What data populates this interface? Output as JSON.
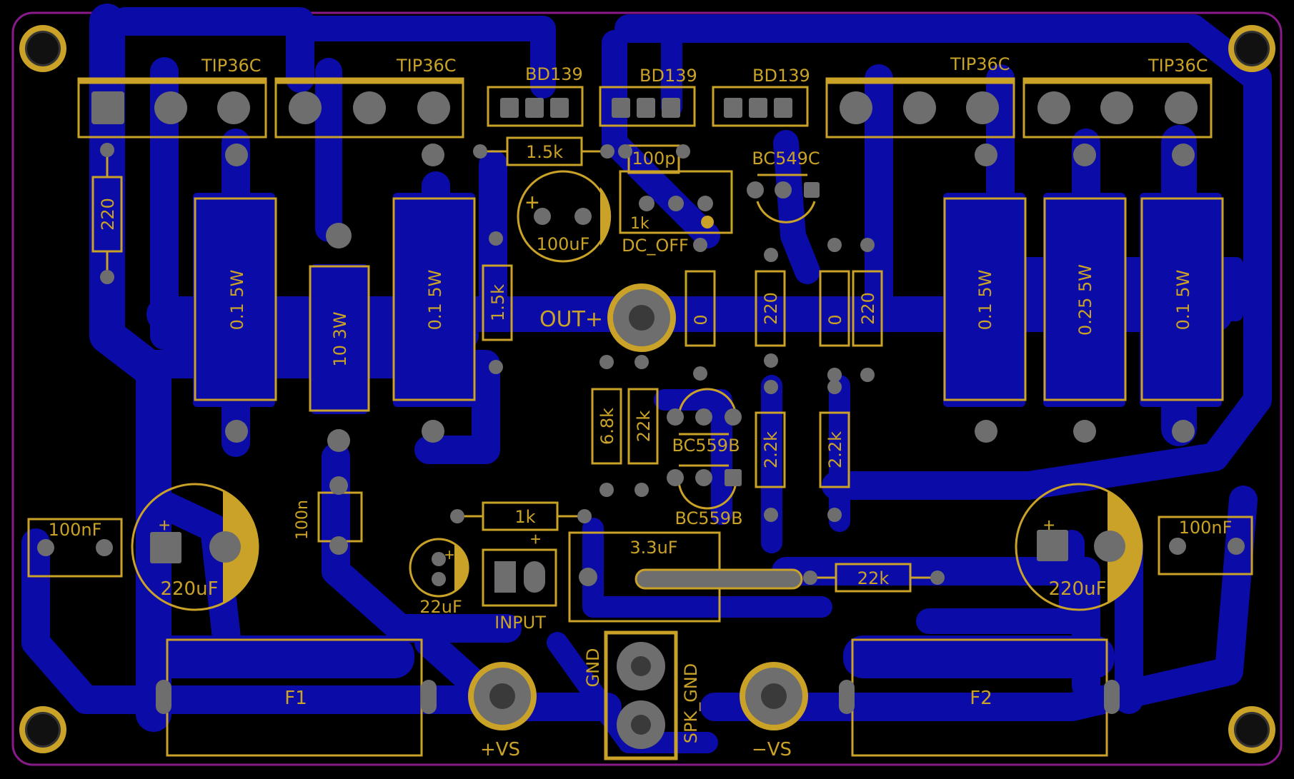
{
  "colors": {
    "background": "#000000",
    "copper": "#0b0ba8",
    "silk": "#c9a227",
    "pad": "#6e6e6e",
    "outline": "#8a1a8a"
  },
  "labels": {
    "tip1": "TIP36C",
    "tip2": "TIP36C",
    "tip3": "TIP36C",
    "tip4": "TIP36C",
    "bd1": "BD139",
    "bd2": "BD139",
    "bd3": "BD139",
    "bc549": "BC549C",
    "bc559a": "BC559B",
    "bc559b": "BC559B",
    "r220_left": "220",
    "r01_a": "0.1 5W",
    "r10_3w": "10  3W",
    "r01_b": "0.1 5W",
    "r15k_top": "1.5k",
    "r15k_v": "1.5k",
    "c100uf": "100uF",
    "c100p": "100p",
    "pot1k": "1k",
    "dc_off": "DC_OFF",
    "out_plus": "OUT+",
    "r0_a": "0",
    "r220_a": "220",
    "r0_b": "0",
    "r220_b": "220",
    "r01_c": "0.1 5W",
    "r025": "0.25 5W",
    "r01_d": "0.1 5W",
    "r68k": "6.8k",
    "r22k_a": "22k",
    "r22k_left": "2.2k",
    "r22k_right": "2.2k",
    "c100n_left": "100nF",
    "c220uf_left": "220uF",
    "c100n_v": "100n",
    "r1k": "1k",
    "c22uf": "22uF",
    "input": "INPUT",
    "c33uf": "3.3uF",
    "r22k_b": "22k",
    "c100n_right": "100nF",
    "c220uf_right": "220uF",
    "f1": "F1",
    "f2": "F2",
    "gnd": "GND",
    "spk_gnd": "SPK_GND",
    "pvs": "+VS",
    "nvs": "−VS"
  }
}
